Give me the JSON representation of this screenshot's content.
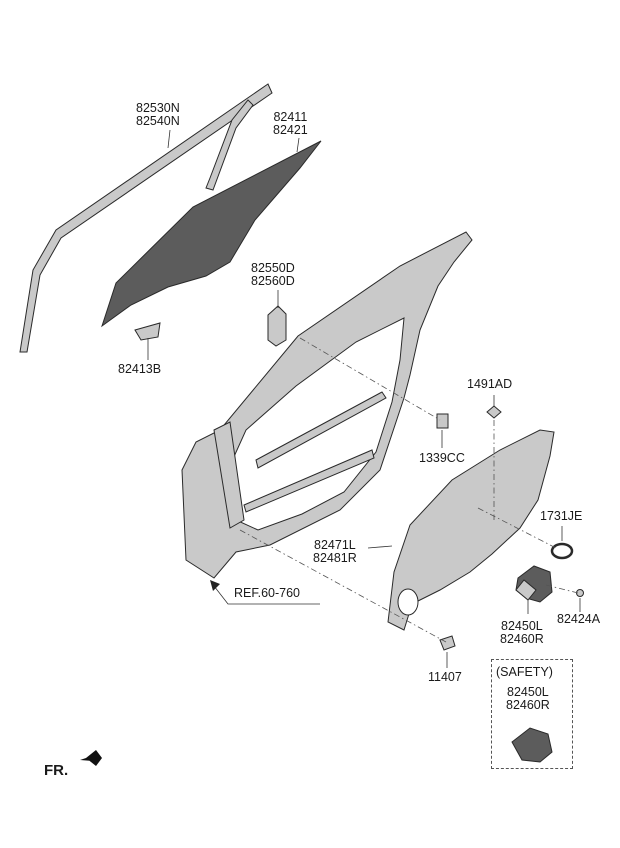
{
  "labels": {
    "run_channel": "82530N\n82540N",
    "door_glass": "82411\n82421",
    "glass_holder": "82413B",
    "delta_bracket": "82550D\n82560D",
    "clip_1491": "1491AD",
    "plug_1339": "1339CC",
    "grommet_1731": "1731JE",
    "module_panel": "82471L\n82481R",
    "screw_82424": "82424A",
    "regulator": "82450L\n82460R",
    "bolt_11407": "11407",
    "ref": "REF.60-760",
    "safety_title": "(SAFETY)",
    "safety_regulator": "82450L\n82460R",
    "front": "FR."
  }
}
